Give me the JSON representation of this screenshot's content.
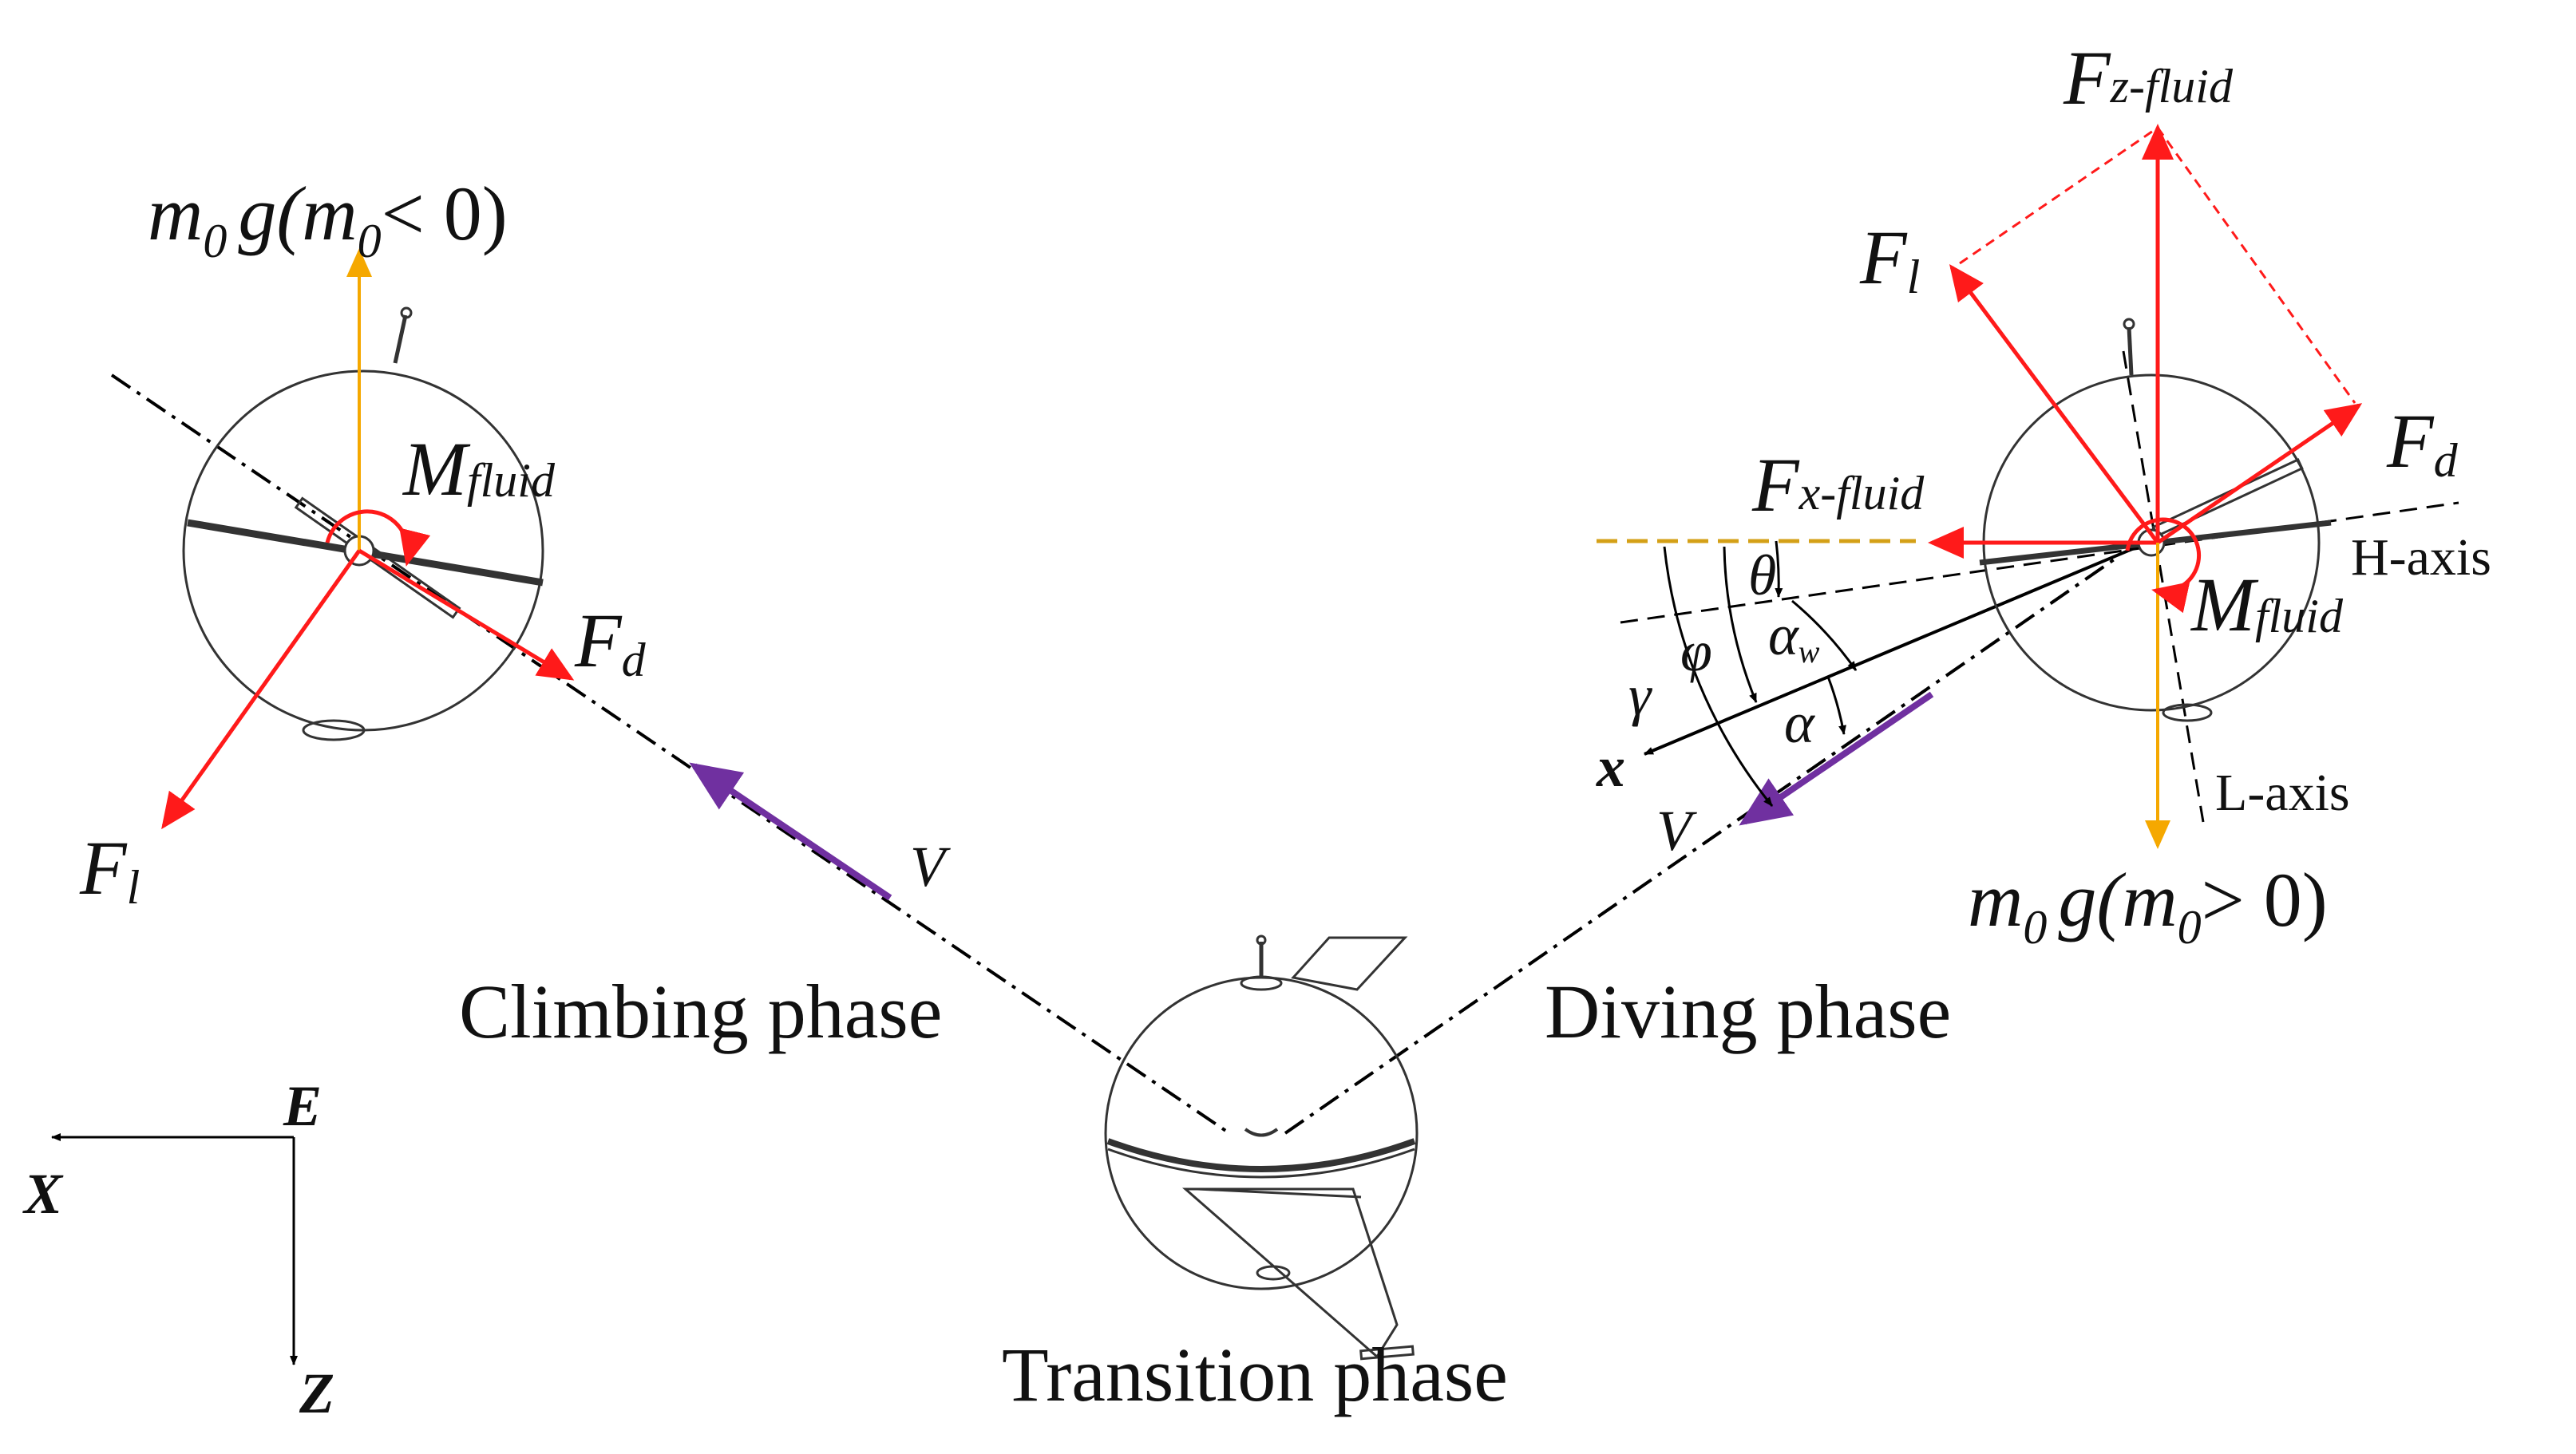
{
  "phases": {
    "climbing": "Climbing phase",
    "transition": "Transition phase",
    "diving": "Diving phase"
  },
  "climbing": {
    "gravity": {
      "m": "m",
      "sub0": "0",
      "g": "g(",
      "m2": "m",
      "sub02": "0",
      "cond": "< 0)"
    },
    "moment": {
      "base": "M",
      "sub": "fluid"
    },
    "drag": {
      "base": "F",
      "sub": "d"
    },
    "lift": {
      "base": "F",
      "sub": "l"
    },
    "velocity": "V"
  },
  "diving": {
    "fz": {
      "base": "F",
      "sub": "z-fluid"
    },
    "fx": {
      "base": "F",
      "sub": "x-fluid"
    },
    "lift": {
      "base": "F",
      "sub": "l"
    },
    "drag": {
      "base": "F",
      "sub": "d"
    },
    "moment": {
      "base": "M",
      "sub": "fluid"
    },
    "gravity": {
      "m": "m",
      "sub0": "0",
      "g": "g(",
      "m2": "m",
      "sub02": "0",
      "cond": "> 0)"
    },
    "h_axis": "H-axis",
    "l_axis": "L-axis",
    "body_x": "x",
    "velocity": "V",
    "angles": {
      "theta": "θ",
      "phi": "φ",
      "gamma": "γ",
      "alpha_w_base": "α",
      "alpha_w_sub": "w",
      "alpha": "α"
    }
  },
  "frame": {
    "x": "X",
    "e": "E",
    "z": "Z"
  },
  "colors": {
    "force": "#ff1a1a",
    "gravity": "#f5a800",
    "velocity": "#7030a0",
    "reference": "#d4a017",
    "line": "#000000"
  }
}
